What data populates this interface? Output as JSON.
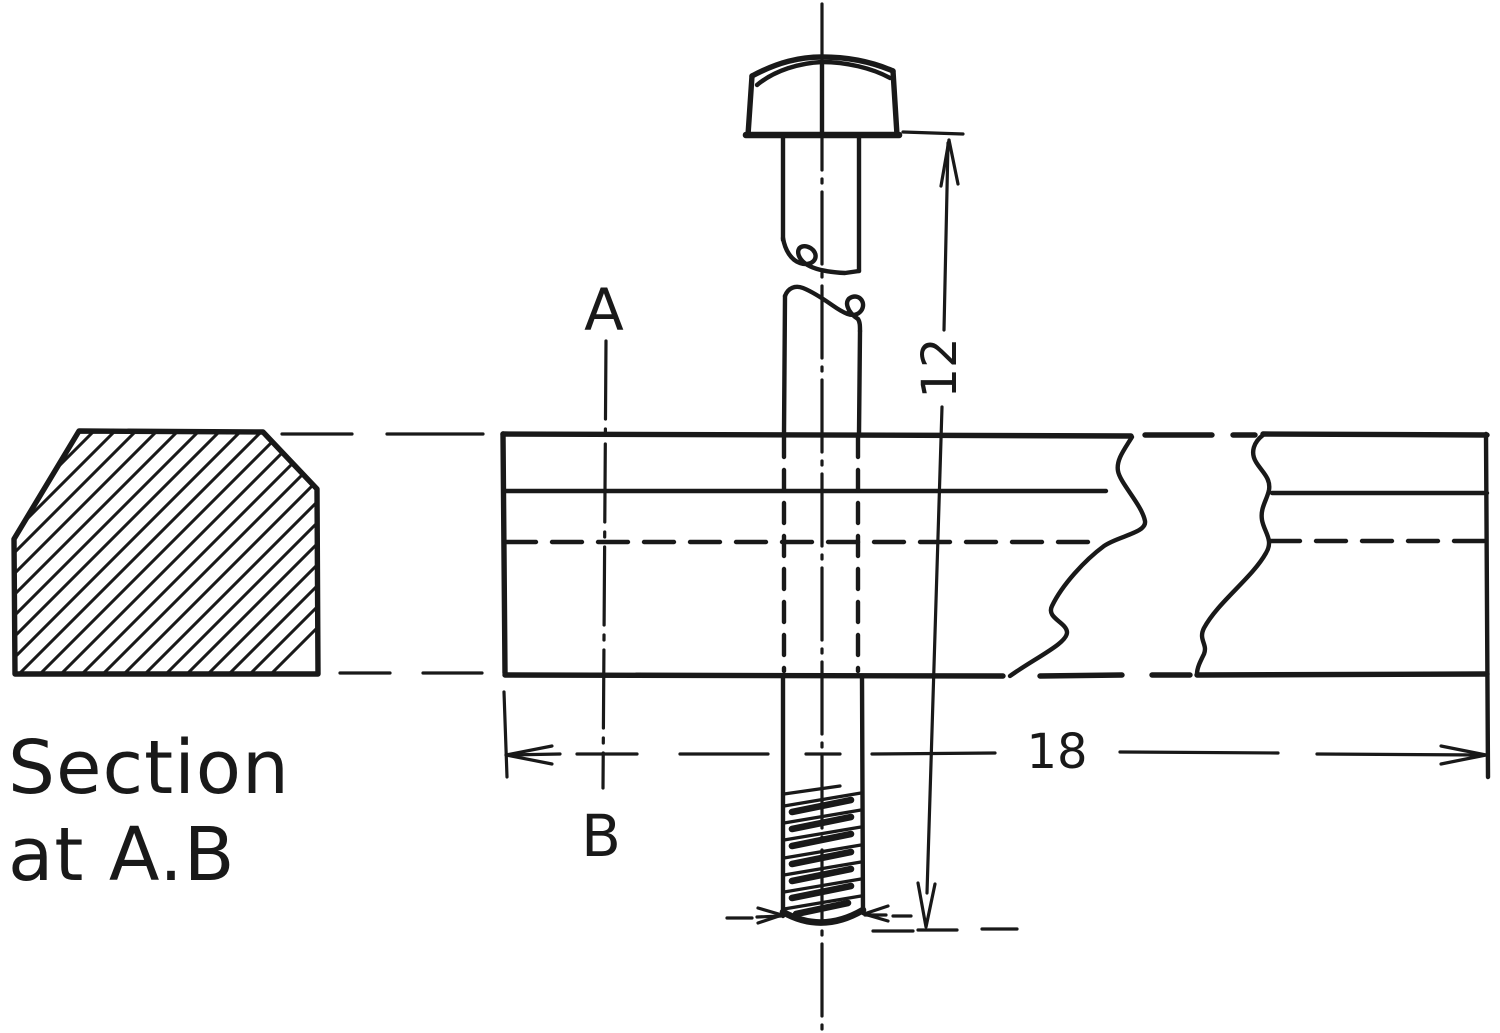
{
  "theme": {
    "ink": "#191919",
    "paper": "#ffffff"
  },
  "drawing": {
    "caption": {
      "line1": "Section",
      "line2": "at A.B"
    },
    "cutting_plane": {
      "top_label": "A",
      "bottom_label": "B"
    },
    "dimensions": {
      "bolt_projection": {
        "value": "12",
        "orientation": "vertical"
      },
      "rail_length": {
        "value": "18",
        "orientation": "horizontal"
      }
    }
  }
}
